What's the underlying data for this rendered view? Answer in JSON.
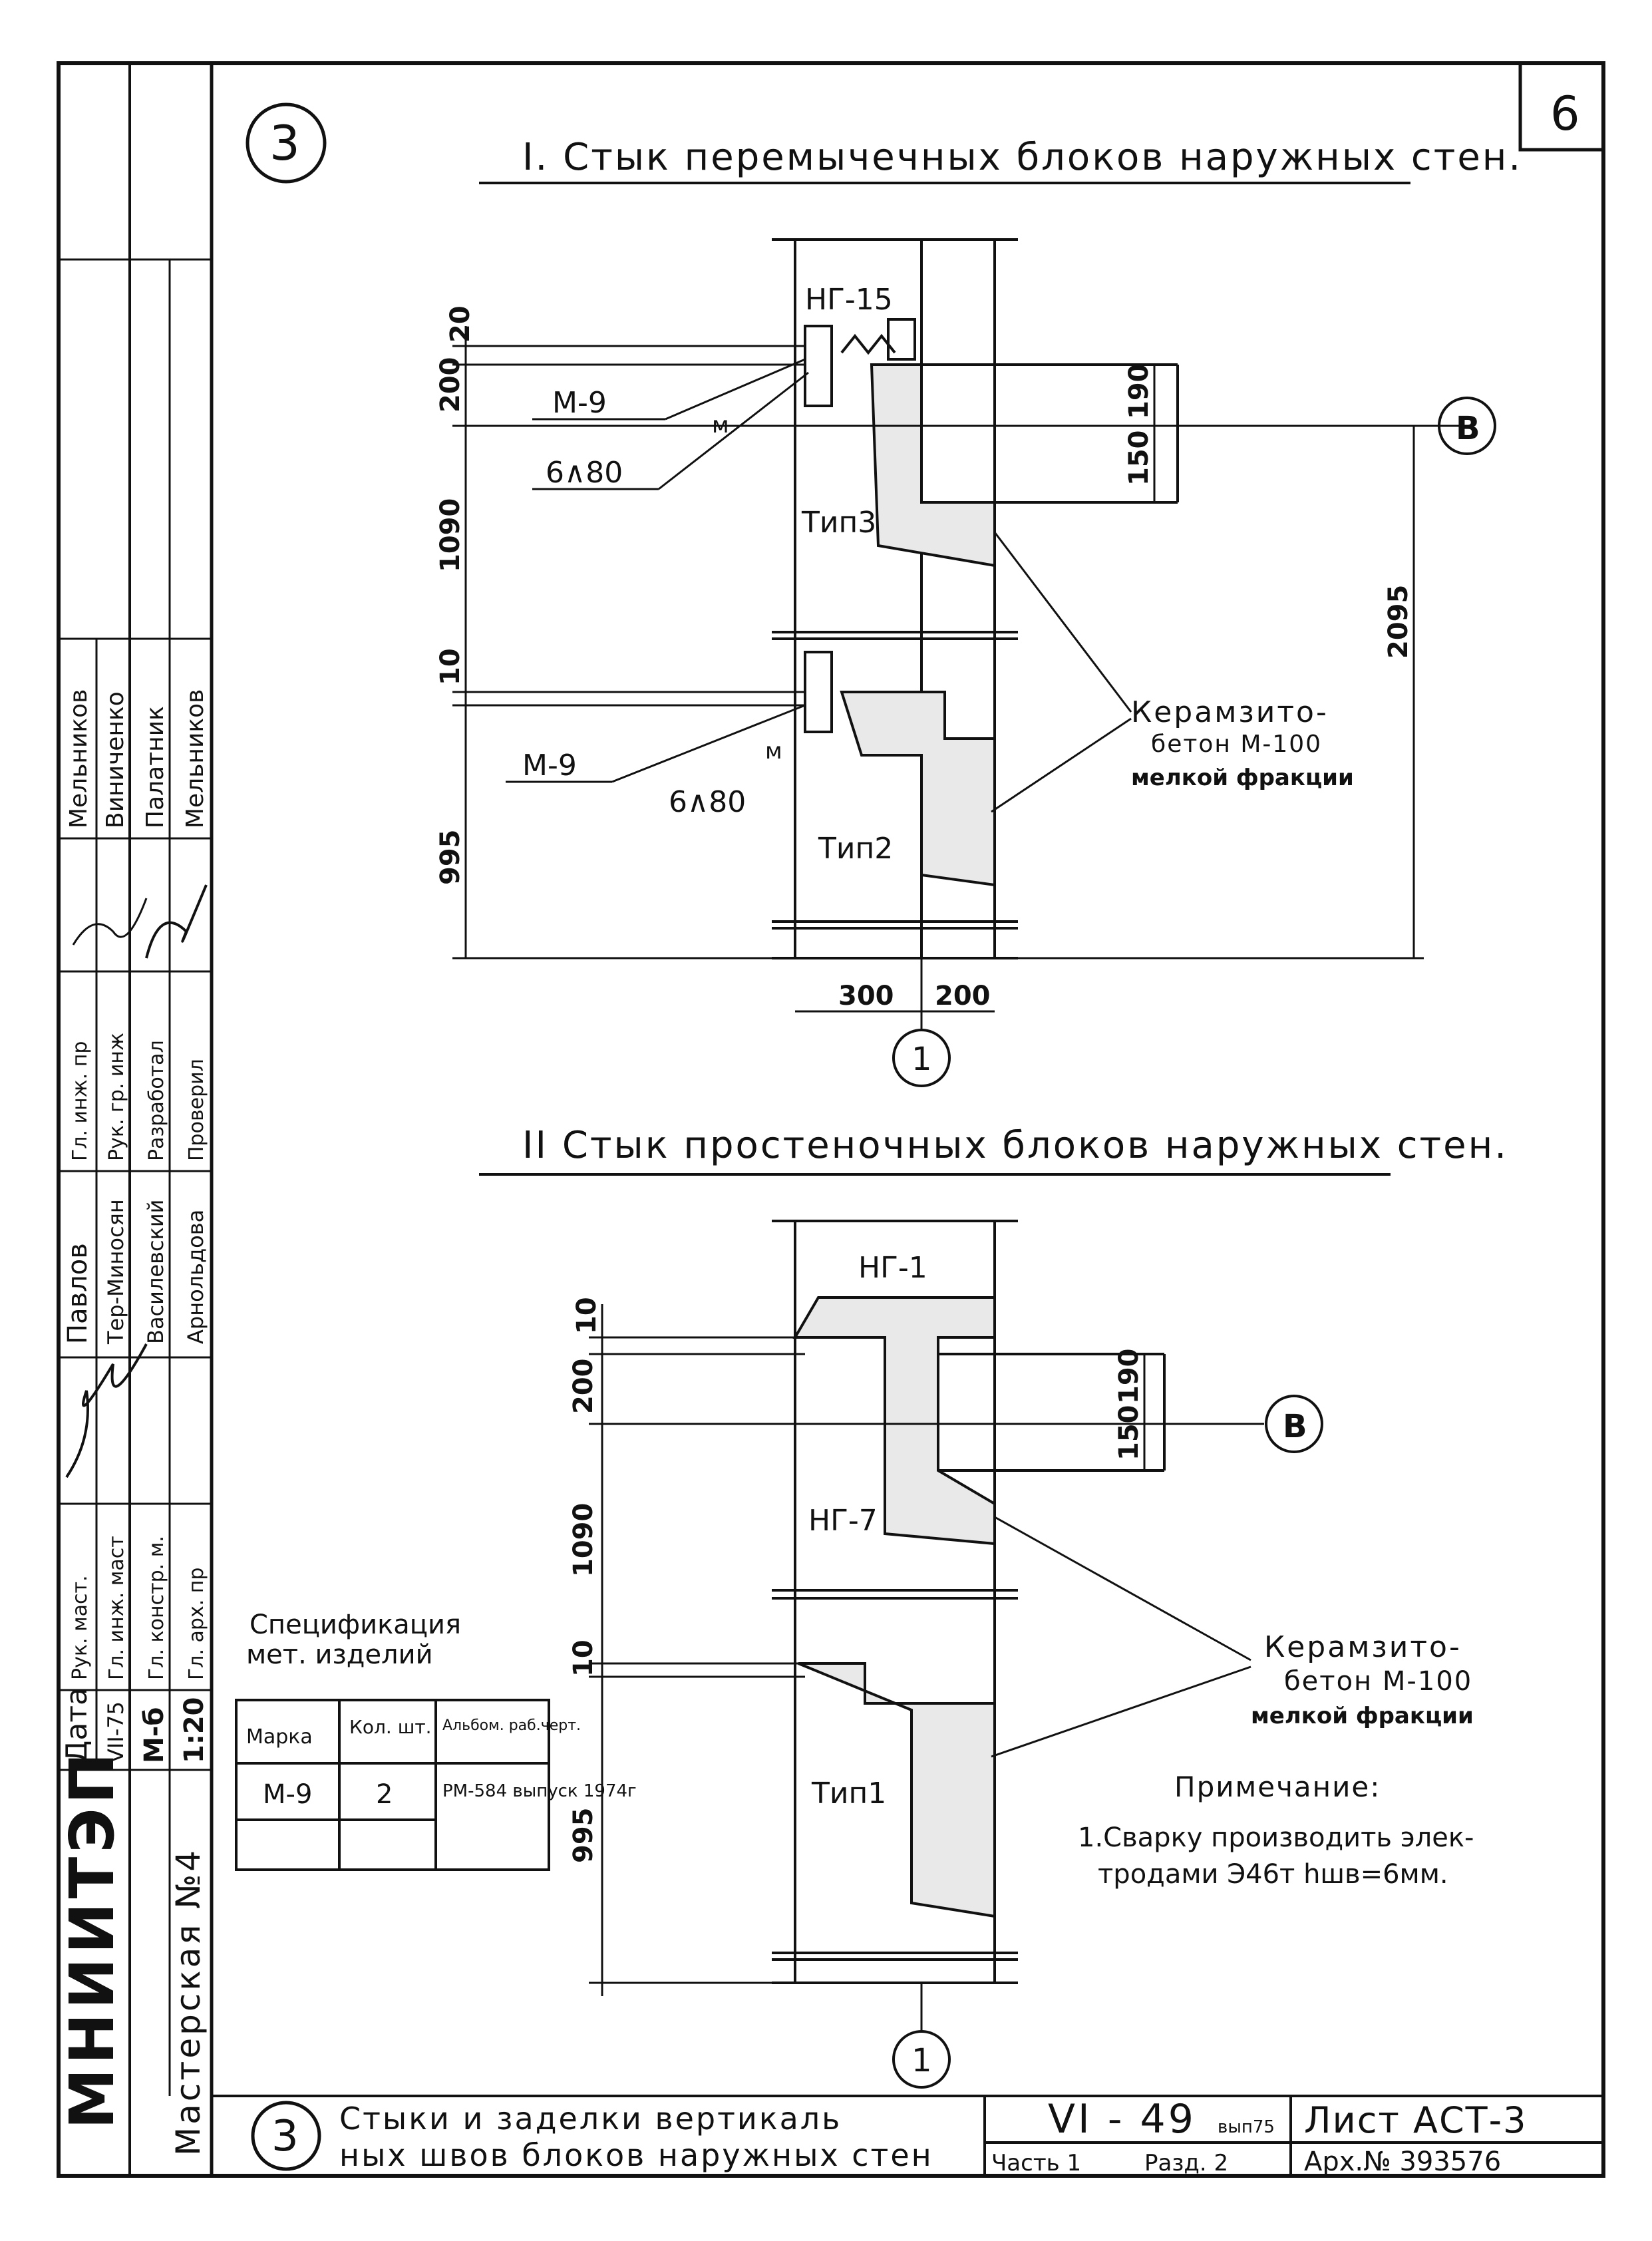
{
  "sheet_number": "6",
  "detail_number": "3",
  "section1": {
    "title": "I. Стык перемычечных блоков наружных стен.",
    "labels": {
      "ng15": "НГ-15",
      "m9_top": "М-9",
      "weld_top": "6∧80",
      "tip3": "Тип3",
      "m9_mid": "М-9",
      "weld_mid": "6∧80",
      "tip2": "Тип2",
      "m_mark_1": "м",
      "m_mark_2": "м",
      "axis_b": "В",
      "axis_1": "1"
    },
    "dimensions": {
      "d20": "20",
      "d200": "200",
      "d1090": "1090",
      "d10": "10",
      "d995": "995",
      "d150": "150",
      "d190": "190",
      "d2095": "2095",
      "d300": "300",
      "d200b": "200"
    },
    "callout": {
      "line1": "Керамзито-",
      "line2": "бетон М-100",
      "line3": "мелкой фракции"
    }
  },
  "section2": {
    "title": "II Стык простеночных блоков наружных стен.",
    "labels": {
      "ng1": "НГ-1",
      "ng7": "НГ-7",
      "tip1": "Тип1",
      "axis_b": "В",
      "axis_1": "1"
    },
    "dimensions": {
      "d10": "10",
      "d200": "200",
      "d1090": "1090",
      "d10b": "10",
      "d995": "995",
      "d150": "150",
      "d190": "190"
    },
    "callout": {
      "line1": "Керамзито-",
      "line2": "бетон М-100",
      "line3": "мелкой фракции"
    }
  },
  "note": {
    "heading": "Примечание:",
    "line1": "1.Сварку производить элек-",
    "line2": "тродами Э46т hшв=6мм."
  },
  "spec": {
    "title_line1": "Спецификация",
    "title_line2": "мет. изделий",
    "headers": [
      "Марка",
      "Кол. шт.",
      "Альбом. раб.черт."
    ],
    "rows": [
      [
        "М-9",
        "2",
        "РМ-584 выпуск 1974г"
      ],
      [
        "",
        "",
        ""
      ]
    ]
  },
  "title_block": {
    "org": "МНИИТЭП",
    "workshop": "Мастерская №4",
    "date_label": "Дата",
    "date": "VII-75",
    "scale_label": "М-б",
    "scale": "1:20",
    "roles": [
      "Рук. маст.",
      "Гл. инж. маст",
      "Гл. констр. м.",
      "Гл. арх. пр"
    ],
    "roles2": [
      "Гл. инж. пр",
      "Рук. гр. инж",
      "Разработал",
      "Проверил"
    ],
    "names": [
      "Павлов",
      "Тер-Миносян",
      "Василевский",
      "Арнольдова"
    ],
    "names2": [
      "Мельников",
      "Виниченко",
      "Палатник",
      "Мельников"
    ],
    "drawing_title_line1": "Стыки и заделки вертикаль",
    "drawing_title_line2": "ных швов блоков наружных стен",
    "series": "VI - 49",
    "series_issue": "вып75",
    "part": "Часть 1",
    "section": "Разд. 2",
    "sheet_label": "Лист АСТ-3",
    "archive": "Арх.№ 393576"
  }
}
